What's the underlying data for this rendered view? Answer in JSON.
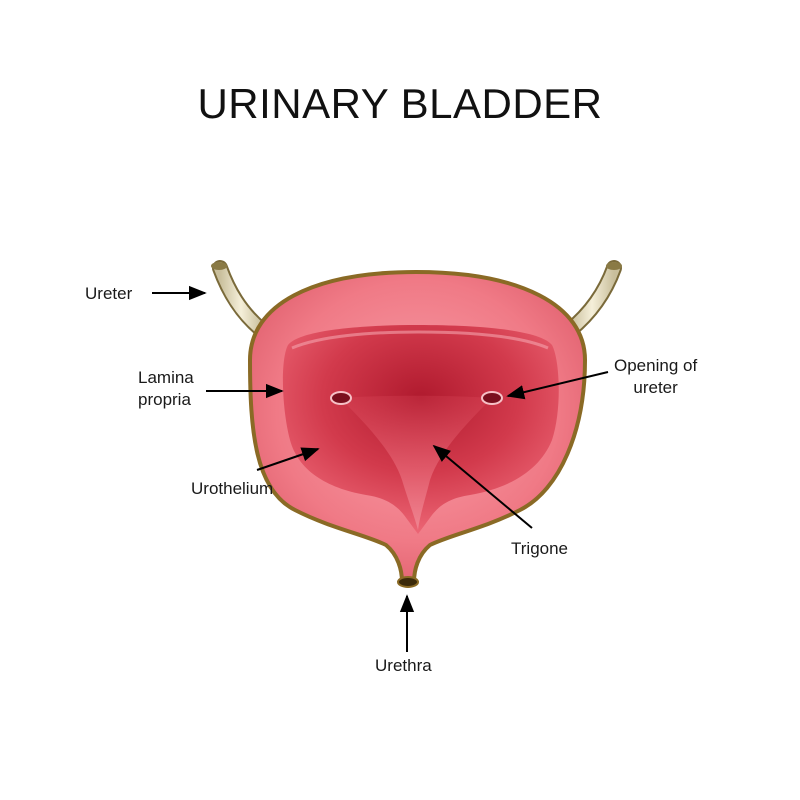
{
  "title": "URINARY BLADDER",
  "labels": {
    "ureter": "Ureter",
    "lamina_line1": "Lamina",
    "lamina_line2": "propria",
    "opening_line1": "Opening of",
    "opening_line2": "ureter",
    "urothelium": "Urothelium",
    "trigone": "Trigone",
    "urethra": "Urethra"
  },
  "colors": {
    "outer_wall": "#8a6a25",
    "wall_fill": "#f07a86",
    "lumen_dark": "#b51f31",
    "lumen_light": "#e04a5a",
    "tube": "#ece4c8",
    "text": "#1a1a1a"
  }
}
